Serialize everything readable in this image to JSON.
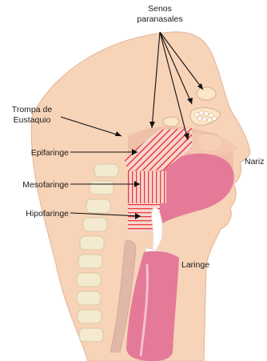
{
  "diagram": {
    "labels": {
      "senos_line1": "Senos",
      "senos_line2": "paranasales",
      "trompa_line1": "Trompa de",
      "trompa_line2": "Eustaquio",
      "epifaringe": "Epifaringe",
      "mesofaringe": "Mesofaringe",
      "hipofaringe": "Hipofaringe",
      "nariz": "Nariz",
      "laringe": "Laringe"
    },
    "colors": {
      "skin": "#f7d3b8",
      "skin_outline": "#e2b394",
      "inner_tissue": "#efc0a8",
      "pharynx_red": "#e83d3d",
      "tongue_pink": "#e47a98",
      "bone": "#f3ead0",
      "leader_line": "#111111"
    }
  }
}
